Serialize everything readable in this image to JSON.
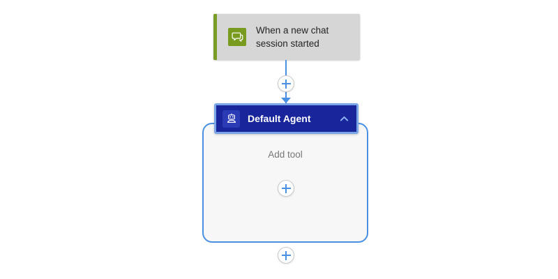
{
  "canvas": {
    "background": "#ffffff"
  },
  "trigger": {
    "icon": "chat-bubble-icon",
    "label": "When a new chat session started",
    "accent_color": "#7a9c26",
    "icon_background": "#789b1f",
    "card_background": "#d6d6d6"
  },
  "connectors": {
    "add_step_top_label": "+",
    "add_step_bottom_label": "+",
    "line_color": "#4a90e2"
  },
  "agent": {
    "icon": "robot-icon",
    "title": "Default Agent",
    "collapse_icon": "chevron-up-icon",
    "header_background": "#18259b",
    "selection_outline": "#7aa6e8",
    "container_border": "#4a90e2",
    "container_background": "#f7f7f7",
    "add_tool_label": "Add tool",
    "add_tool_button_label": "+"
  }
}
